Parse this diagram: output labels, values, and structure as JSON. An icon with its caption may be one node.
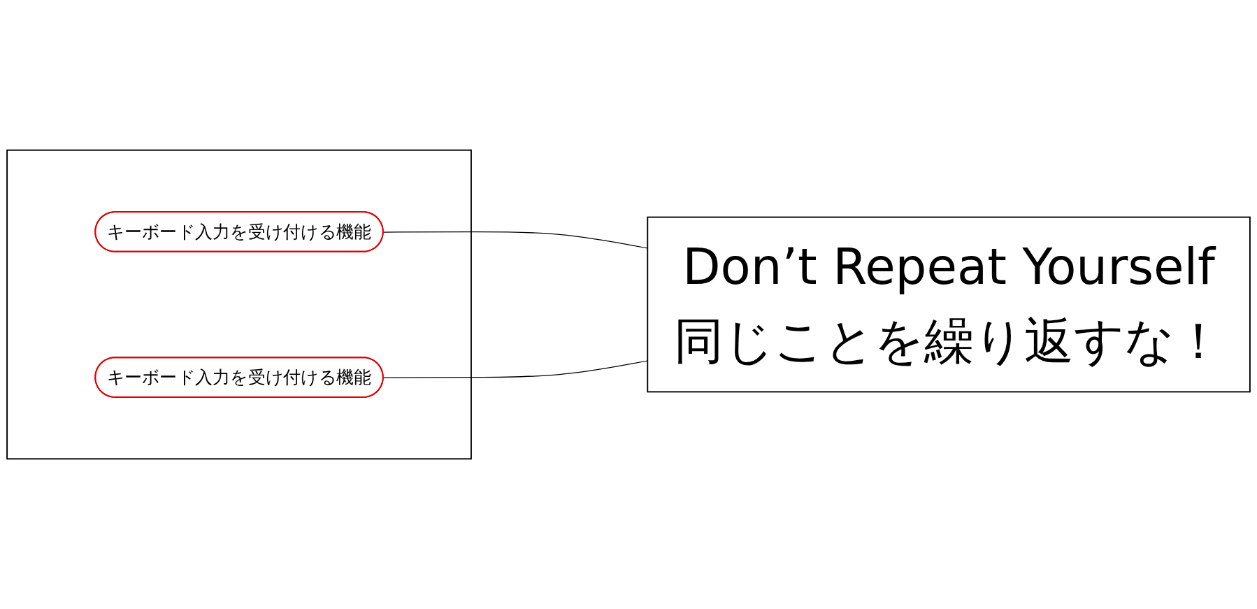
{
  "diagram": {
    "nodes": [
      {
        "text": [],
        "shape": "box"
      },
      {
        "text": [
          "キーボード入力を受け付ける機能"
        ],
        "in": 0
      },
      {
        "text": [
          "キーボード入力を受け付ける機能"
        ],
        "in": 0
      },
      {
        "text": [
          "Don’t Repeat Yourself",
          "同じことを繰り返すな！"
        ]
      }
    ],
    "edges": [
      {
        "from": 1,
        "to": 3,
        "arrow": "none"
      },
      {
        "from": 2,
        "to": 3,
        "arrow": "none"
      }
    ]
  }
}
